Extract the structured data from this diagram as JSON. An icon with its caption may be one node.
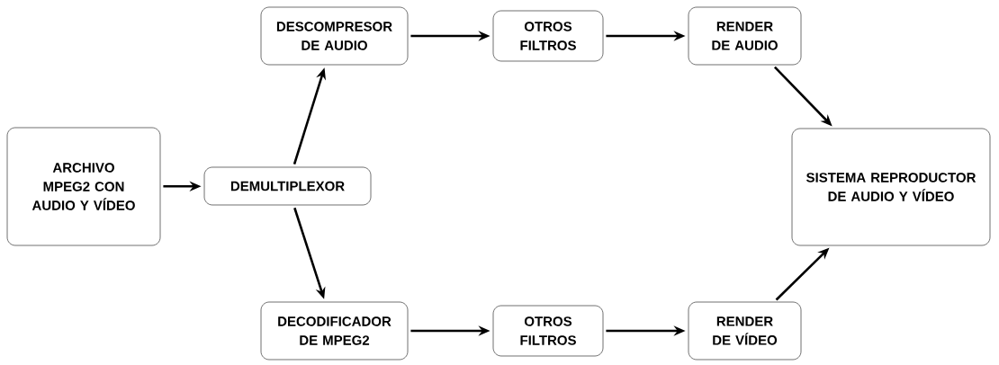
{
  "diagram": {
    "nodes": [
      {
        "text": [
          "ARCHIVO MPEG2 CON AUDIO Y VÍDEO"
        ]
      },
      {
        "text": [
          "DEMULTIPLEXOR"
        ]
      },
      {
        "text": [
          "DESCOMPRESOR DE AUDIO"
        ]
      },
      {
        "text": [
          "OTROS FILTROS"
        ]
      },
      {
        "text": [
          "RENDER DE AUDIO"
        ]
      },
      {
        "text": [
          "SISTEMA REPRODUCTOR DE AUDIO Y VÍDEO"
        ]
      },
      {
        "text": [
          "DECODIFICADOR DE MPEG2"
        ]
      },
      {
        "text": [
          "OTROS FILTROS"
        ]
      },
      {
        "text": [
          "RENDER DE VÍDEO"
        ]
      }
    ],
    "edges": [
      {
        "from": 0,
        "to": 1,
        "arrow": "to"
      },
      {
        "from": 1,
        "to": 2,
        "arrow": "to"
      },
      {
        "from": 1,
        "to": 6,
        "arrow": "to"
      },
      {
        "from": 2,
        "to": 3,
        "arrow": "to"
      },
      {
        "from": 3,
        "to": 4,
        "arrow": "to"
      },
      {
        "from": 4,
        "to": 5,
        "arrow": "to"
      },
      {
        "from": 6,
        "to": 7,
        "arrow": "to"
      },
      {
        "from": 7,
        "to": 8,
        "arrow": "to"
      },
      {
        "from": 8,
        "to": 5,
        "arrow": "to"
      }
    ]
  }
}
